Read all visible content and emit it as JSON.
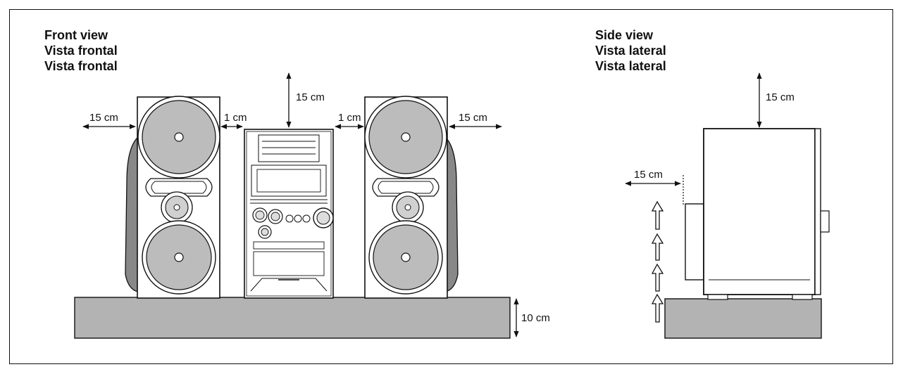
{
  "front_view": {
    "headings": [
      "Front view",
      "Vista frontal",
      "Vista frontal"
    ],
    "dimensions": {
      "left_clearance": "15 cm",
      "left_gap": "1 cm",
      "top_clearance": "15 cm",
      "right_gap": "1 cm",
      "right_clearance": "15 cm",
      "shelf_height": "10 cm"
    }
  },
  "side_view": {
    "headings": [
      "Side view",
      "Vista lateral",
      "Vista lateral"
    ],
    "dimensions": {
      "top_clearance": "15 cm",
      "rear_clearance": "15 cm"
    }
  }
}
